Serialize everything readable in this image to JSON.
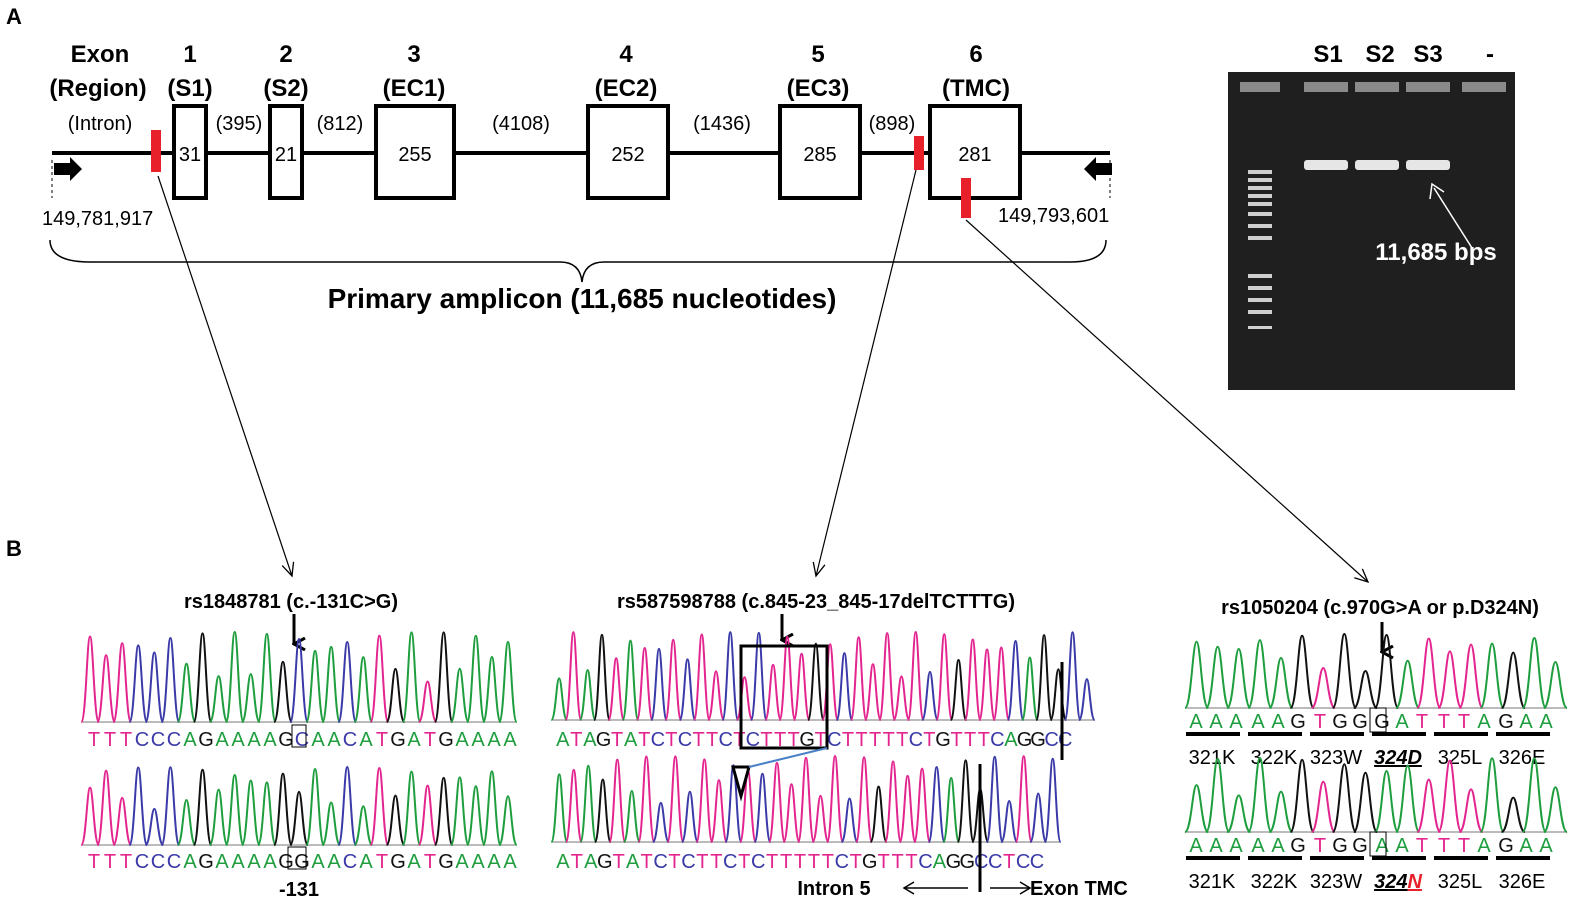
{
  "panel_a": {
    "label": "A",
    "header_exon": "Exon",
    "header_region": "(Region)",
    "header_intron": "(Intron)",
    "exons": [
      {
        "num": "1",
        "region": "(S1)",
        "size": "31"
      },
      {
        "num": "2",
        "region": "(S2)",
        "size": "21"
      },
      {
        "num": "3",
        "region": "(EC1)",
        "size": "255"
      },
      {
        "num": "4",
        "region": "(EC2)",
        "size": "252"
      },
      {
        "num": "5",
        "region": "(EC3)",
        "size": "285"
      },
      {
        "num": "6",
        "region": "(TMC)",
        "size": "281"
      }
    ],
    "introns": [
      "(395)",
      "(812)",
      "(4108)",
      "(1436)",
      "(898)"
    ],
    "start_coord": "149,781,917",
    "end_coord": "149,793,601",
    "amplicon_label": "Primary amplicon (11,685 nucleotides)",
    "marker_color": "#e8202a"
  },
  "gel": {
    "lanes": [
      "S1",
      "S2",
      "S3",
      "-"
    ],
    "band_label": "11,685 bps"
  },
  "panel_b": {
    "label": "B",
    "snp1": {
      "title": "rs1848781 (c.-131C>G)",
      "seq": [
        "T",
        "T",
        "T",
        "C",
        "C",
        "C",
        "A",
        "G",
        "A",
        "A",
        "A",
        "A",
        "G",
        "C",
        "A",
        "A",
        "C",
        "A",
        "T",
        "G",
        "A",
        "T",
        "G",
        "A",
        "A",
        "A",
        "A"
      ],
      "seq2": [
        "T",
        "T",
        "T",
        "C",
        "C",
        "C",
        "A",
        "G",
        "A",
        "A",
        "A",
        "A",
        "G",
        "G",
        "A",
        "A",
        "C",
        "A",
        "T",
        "G",
        "A",
        "T",
        "G",
        "A",
        "A",
        "A",
        "A"
      ],
      "pos_label": "-131"
    },
    "snp2": {
      "title": "rs587598788 (c.845-23_845-17delTCTTTG)",
      "seq": "ATAGTATCTCTTCTCTTTGTCTTTTTCTGTTTCAGGCC",
      "seq2": "ATAGTATCTCTTCTCTTTTTCTGTTTCAGGCCTCC",
      "intron_label": "Intron 5",
      "exon_label": "Exon TMC"
    },
    "snp3": {
      "title": "rs1050204 (c.970G>A or p.D324N)",
      "codons1": [
        "AAA",
        "AAG",
        "TGG",
        "GAT",
        "TTA",
        "GAA"
      ],
      "codons2": [
        "AAA",
        "AAG",
        "TGG",
        "AAT",
        "TTA",
        "GAA"
      ],
      "aa1": [
        "321K",
        "322K",
        "323W",
        "324D",
        "325L",
        "326E"
      ],
      "aa2": [
        "321K",
        "322K",
        "323W",
        "324N",
        "325L",
        "326E"
      ]
    }
  },
  "colors": {
    "A": "#1e9e3e",
    "C": "#3a3aa8",
    "G": "#111111",
    "T": "#e3258f"
  }
}
